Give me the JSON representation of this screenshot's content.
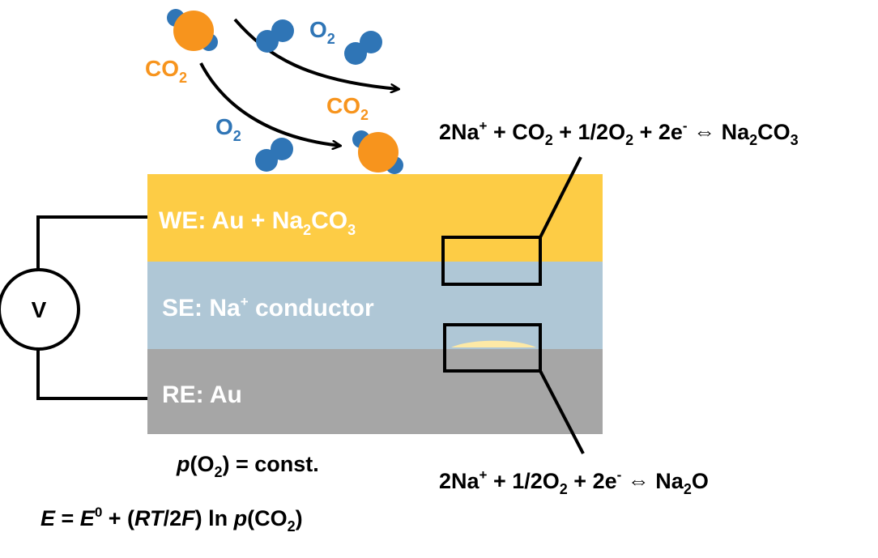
{
  "colors": {
    "we_layer": "#fdcc45",
    "se_layer": "#afc7d6",
    "re_layer": "#a6a6a6",
    "o2_molecule": "#2f75b6",
    "co2_carbon": "#f7941d",
    "co2_label": "#f7941d",
    "o2_label": "#2f75b6",
    "interface_deposit": "#fde9a6",
    "wire": "#000000"
  },
  "voltmeter": {
    "symbol": "V"
  },
  "layers": {
    "we": {
      "prefix": "WE: Au + Na",
      "sub1": "2",
      "mid": "CO",
      "sub2": "3"
    },
    "se": {
      "prefix": "SE: Na",
      "sup": "+",
      "suffix": " conductor"
    },
    "re": {
      "label": "RE: Au"
    }
  },
  "molecules": {
    "co2_label": {
      "base": "CO",
      "sub": "2"
    },
    "o2_label": {
      "base": "O",
      "sub": "2"
    }
  },
  "reactions": {
    "top": {
      "t1": "2Na",
      "sup1": "+",
      "t2": " + CO",
      "sub1": "2",
      "t3": " + 1/2O",
      "sub2": "2",
      "t4": " + 2e",
      "sup2": "-",
      "t5": " ⇔ Na",
      "sub3": "2",
      "t6": "CO",
      "sub4": "3"
    },
    "bottom": {
      "t1": "2Na",
      "sup1": "+",
      "t2": " + 1/2O",
      "sub1": "2",
      "t3": " + 2e",
      "sup2": "-",
      "t4": " ⇔ Na",
      "sub2": "2",
      "t5": "O"
    }
  },
  "conditions": {
    "po2": {
      "p": "p",
      "t1": "(O",
      "sub": "2",
      "t2": ") = const."
    }
  },
  "nernst": {
    "E": "E",
    "t1": " = ",
    "E2": "E",
    "sup": "0",
    "t2": " + (",
    "RT": "RT",
    "t3": "/2",
    "F": "F",
    "t4": ") ln ",
    "p": "p",
    "t5": "(CO",
    "sub": "2",
    "t6": ")"
  }
}
